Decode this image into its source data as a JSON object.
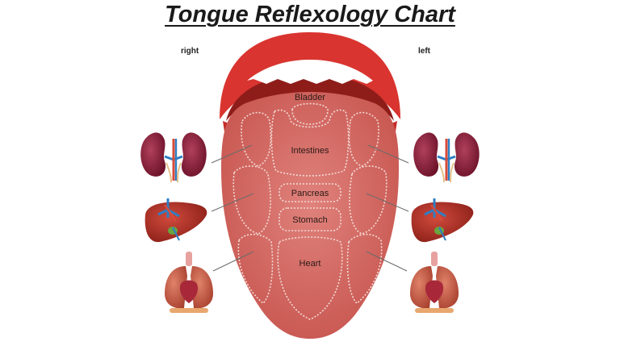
{
  "title": "Tongue Reflexology Chart",
  "side_labels": {
    "right": "right",
    "left": "left"
  },
  "zones": {
    "bladder": "Bladder",
    "intestines": "Intestines",
    "pancreas": "Pancreas",
    "stomach": "Stomach",
    "heart": "Heart"
  },
  "colors": {
    "lip": "#d9342f",
    "mouth_inner": "#8e1d1a",
    "tongue": "#d8706b",
    "zone_outline": "#f4dcd6",
    "kidney": "#8a1e3a",
    "liver": "#b2322a",
    "lung": "#c85a45",
    "vessel": "#2f7fc4"
  },
  "icons": [
    "kidneys-icon",
    "liver-icon",
    "lungs-heart-icon"
  ]
}
